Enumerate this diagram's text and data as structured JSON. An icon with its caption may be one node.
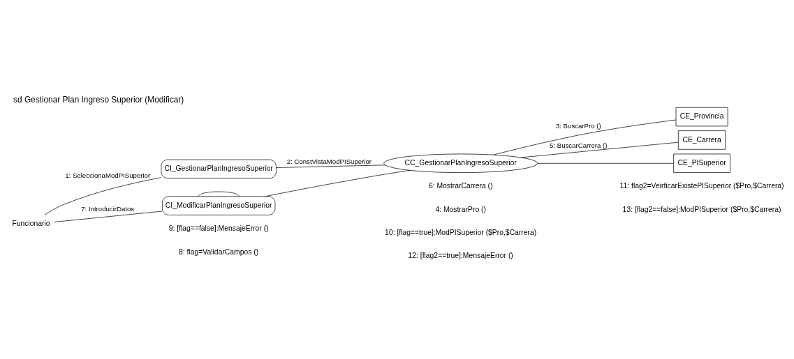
{
  "diagram": {
    "title": "sd Gestionar Plan Ingreso Superior (Modificar)",
    "nodes": [
      {
        "text": [
          "Funcionario"
        ]
      },
      {
        "text": [
          "CI_ModificarPlanIngresoSuperior"
        ]
      },
      {
        "text": [
          "CC_GestionarPlanIngresoSuperior"
        ]
      },
      {
        "text": [
          "CE_Provincia"
        ]
      },
      {
        "text": [
          "CE_Carrera"
        ]
      },
      {
        "text": [
          "CE_PISuperior"
        ]
      },
      {
        "text": [
          "CI_GestionarPlanIngresoSuperior"
        ]
      }
    ],
    "edges": [
      {
        "from": 0,
        "to": 1,
        "arrow": "none",
        "label": "7: IntroducirDatos"
      },
      {
        "from": 0,
        "to": 6,
        "arrow": "none",
        "label": "1: SeleccionaModPISuperior"
      },
      {
        "from": 1,
        "to": 1,
        "arrow": "none"
      },
      {
        "from": 1,
        "to": 2,
        "arrow": "none"
      },
      {
        "from": 6,
        "to": 2,
        "arrow": "none",
        "label": "2: ConstVistaModPISuperior"
      },
      {
        "from": 2,
        "to": 3,
        "arrow": "none",
        "label": "3: BuscarPro ()"
      },
      {
        "from": 2,
        "to": 4,
        "arrow": "none",
        "label": "5: BuscarCarrera ()"
      },
      {
        "from": 2,
        "to": 5,
        "arrow": "none"
      }
    ],
    "labels": [
      "9: [flag==false]:MensajeError ()",
      "8: flag=ValidarCampos ()",
      "6: MostrarCarrera ()",
      "4: MostrarPro ()",
      "10: [flag==true]:ModPISuperior ($Pro,$Carrera)",
      "12: [flag2==true]:MensajeError ()",
      "11: flag2=VeirficarExistePISuperior ($Pro,$Carrera)",
      "13: [flag2==false]:ModPISuperior ($Pro,$Carrera)"
    ]
  }
}
